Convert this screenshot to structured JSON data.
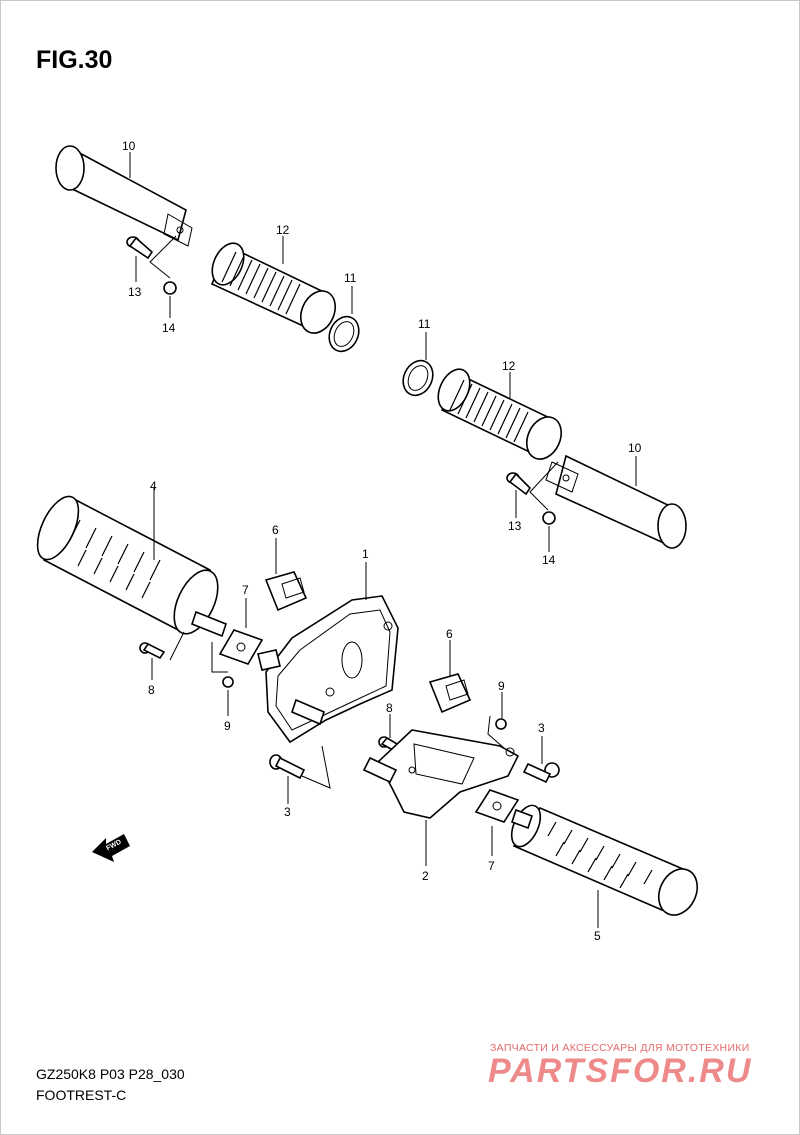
{
  "figure": {
    "title": "FIG.30"
  },
  "callouts": {
    "c10a": "10",
    "c12a": "12",
    "c11a": "11",
    "c13a": "13",
    "c14a": "14",
    "c11b": "11",
    "c12b": "12",
    "c10b": "10",
    "c13b": "13",
    "c14b": "14",
    "c4": "4",
    "c6a": "6",
    "c1": "1",
    "c7a": "7",
    "c8a": "8",
    "c9a": "9",
    "c3a": "3",
    "c6b": "6",
    "c9b": "9",
    "c8b": "8",
    "c3b": "3",
    "c7b": "7",
    "c2": "2",
    "c5": "5"
  },
  "fwd_label": "FWD",
  "footer": {
    "model_code": "GZ250K8 P03 P28_030",
    "caption": "FOOTREST-C"
  },
  "watermark": {
    "tagline": "ЗАПЧАСТИ И АКСЕССУАРЫ ДЛЯ МОТОТЕХНИКИ",
    "logo": "PARTSFOR.RU"
  }
}
